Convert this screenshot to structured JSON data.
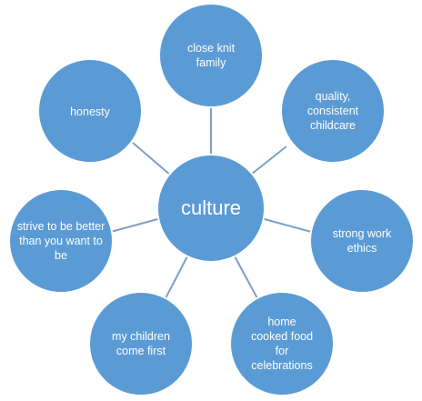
{
  "colors": {
    "node_fill": "#5b9bd5",
    "node_stroke": "#ffffff",
    "connector": "#7f9fc4",
    "text": "#ffffff"
  },
  "diagram": {
    "center": {
      "label": "culture"
    },
    "nodes": [
      {
        "label": "close knit family"
      },
      {
        "label": "quality, consistent childcare"
      },
      {
        "label": "strong work ethics"
      },
      {
        "label": "home cooked food for celebrations"
      },
      {
        "label": "my children come first"
      },
      {
        "label": "strive to be better than you want to be"
      },
      {
        "label": "honesty"
      }
    ]
  }
}
